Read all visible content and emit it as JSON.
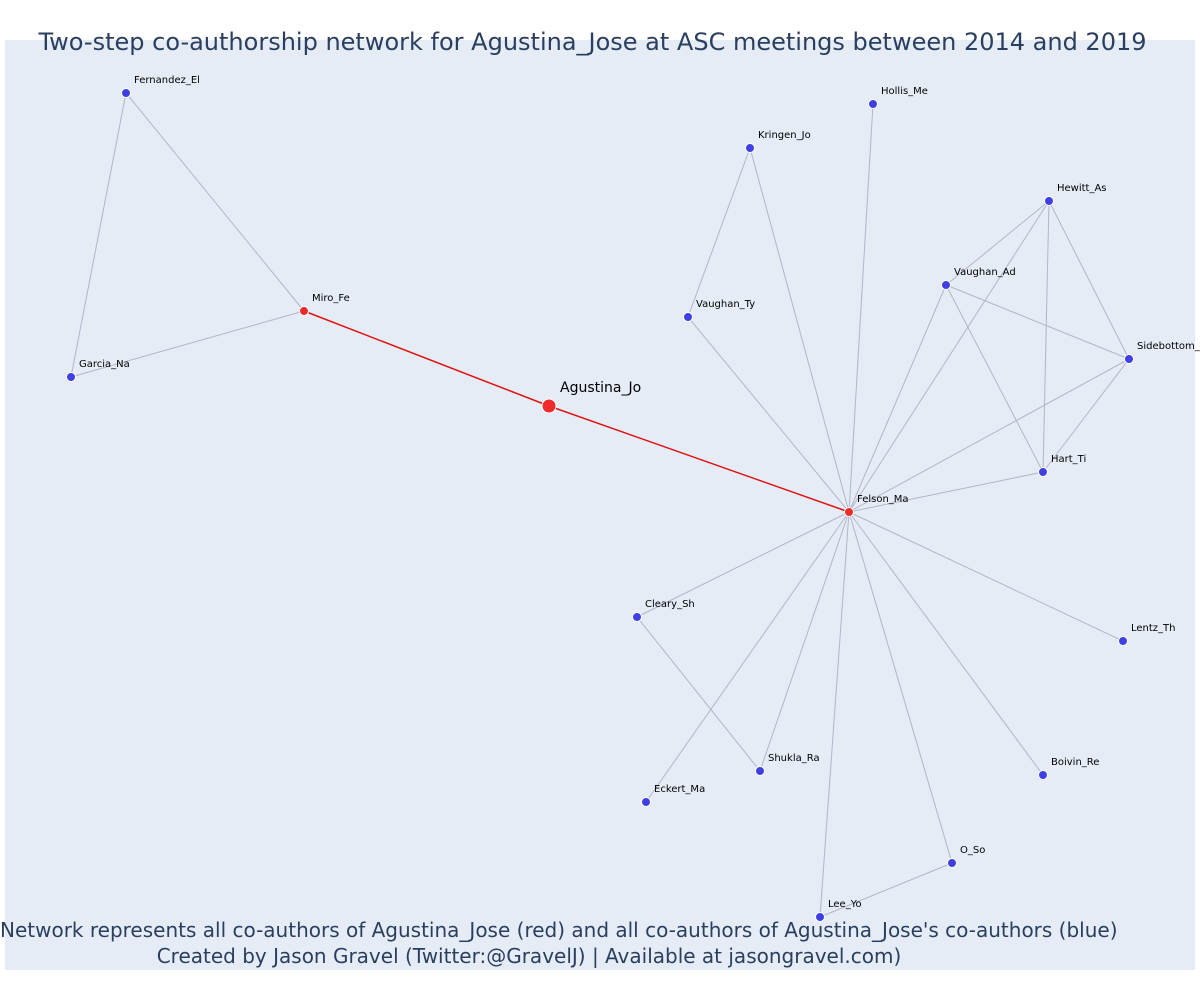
{
  "title": "Two-step co-authorship network for Agustina_Jose at ASC meetings between 2014 and 2019",
  "footer": {
    "line1": "Network represents all co-authors of Agustina_Jose (red) and all co-authors of Agustina_Jose's co-authors (blue)",
    "line2": "Created by Jason Gravel (Twitter:@GravelJ) | Available at jasongravel.com)"
  },
  "colors": {
    "background": "#e5ecf6",
    "focal": "#ef2b2b",
    "coauthor": "#ef2b2b",
    "second_step": "#3f3fe6",
    "focal_edge": "#e01010",
    "edge": "#b4b4c8"
  },
  "nodes": [
    {
      "id": "Agustina_Jo",
      "label": "Agustina_Jo",
      "group": "focal"
    },
    {
      "id": "Miro_Fe",
      "label": "Miro_Fe",
      "group": "coauthor"
    },
    {
      "id": "Felson_Ma",
      "label": "Felson_Ma",
      "group": "coauthor"
    },
    {
      "id": "Fernandez_El",
      "label": "Fernandez_El",
      "group": "second_step"
    },
    {
      "id": "Garcia_Na",
      "label": "Garcia_Na",
      "group": "second_step"
    },
    {
      "id": "Hollis_Me",
      "label": "Hollis_Me",
      "group": "second_step"
    },
    {
      "id": "Kringen_Jo",
      "label": "Kringen_Jo",
      "group": "second_step"
    },
    {
      "id": "Hewitt_As",
      "label": "Hewitt_As",
      "group": "second_step"
    },
    {
      "id": "Vaughan_Ad",
      "label": "Vaughan_Ad",
      "group": "second_step"
    },
    {
      "id": "Vaughan_Ty",
      "label": "Vaughan_Ty",
      "group": "second_step"
    },
    {
      "id": "Sidebottom_",
      "label": "Sidebottom_",
      "group": "second_step"
    },
    {
      "id": "Hart_Ti",
      "label": "Hart_Ti",
      "group": "second_step"
    },
    {
      "id": "Cleary_Sh",
      "label": "Cleary_Sh",
      "group": "second_step"
    },
    {
      "id": "Lentz_Th",
      "label": "Lentz_Th",
      "group": "second_step"
    },
    {
      "id": "Shukla_Ra",
      "label": "Shukla_Ra",
      "group": "second_step"
    },
    {
      "id": "Eckert_Ma",
      "label": "Eckert_Ma",
      "group": "second_step"
    },
    {
      "id": "Boivin_Re",
      "label": "Boivin_Re",
      "group": "second_step"
    },
    {
      "id": "O_So",
      "label": "O_So",
      "group": "second_step"
    },
    {
      "id": "Lee_Yo",
      "label": "Lee_Yo",
      "group": "second_step"
    }
  ],
  "edges": [
    [
      "Agustina_Jo",
      "Miro_Fe"
    ],
    [
      "Agustina_Jo",
      "Felson_Ma"
    ],
    [
      "Miro_Fe",
      "Fernandez_El"
    ],
    [
      "Miro_Fe",
      "Garcia_Na"
    ],
    [
      "Fernandez_El",
      "Garcia_Na"
    ],
    [
      "Felson_Ma",
      "Hollis_Me"
    ],
    [
      "Felson_Ma",
      "Kringen_Jo"
    ],
    [
      "Kringen_Jo",
      "Vaughan_Ty"
    ],
    [
      "Felson_Ma",
      "Vaughan_Ty"
    ],
    [
      "Felson_Ma",
      "Vaughan_Ad"
    ],
    [
      "Felson_Ma",
      "Hewitt_As"
    ],
    [
      "Felson_Ma",
      "Sidebottom_"
    ],
    [
      "Felson_Ma",
      "Hart_Ti"
    ],
    [
      "Felson_Ma",
      "Cleary_Sh"
    ],
    [
      "Felson_Ma",
      "Lentz_Th"
    ],
    [
      "Felson_Ma",
      "Shukla_Ra"
    ],
    [
      "Felson_Ma",
      "Eckert_Ma"
    ],
    [
      "Felson_Ma",
      "Boivin_Re"
    ],
    [
      "Felson_Ma",
      "O_So"
    ],
    [
      "Felson_Ma",
      "Lee_Yo"
    ],
    [
      "Cleary_Sh",
      "Shukla_Ra"
    ],
    [
      "O_So",
      "Lee_Yo"
    ],
    [
      "Hewitt_As",
      "Vaughan_Ad"
    ],
    [
      "Hewitt_As",
      "Sidebottom_"
    ],
    [
      "Hewitt_As",
      "Hart_Ti"
    ],
    [
      "Vaughan_Ad",
      "Sidebottom_"
    ],
    [
      "Vaughan_Ad",
      "Hart_Ti"
    ],
    [
      "Sidebottom_",
      "Hart_Ti"
    ]
  ]
}
